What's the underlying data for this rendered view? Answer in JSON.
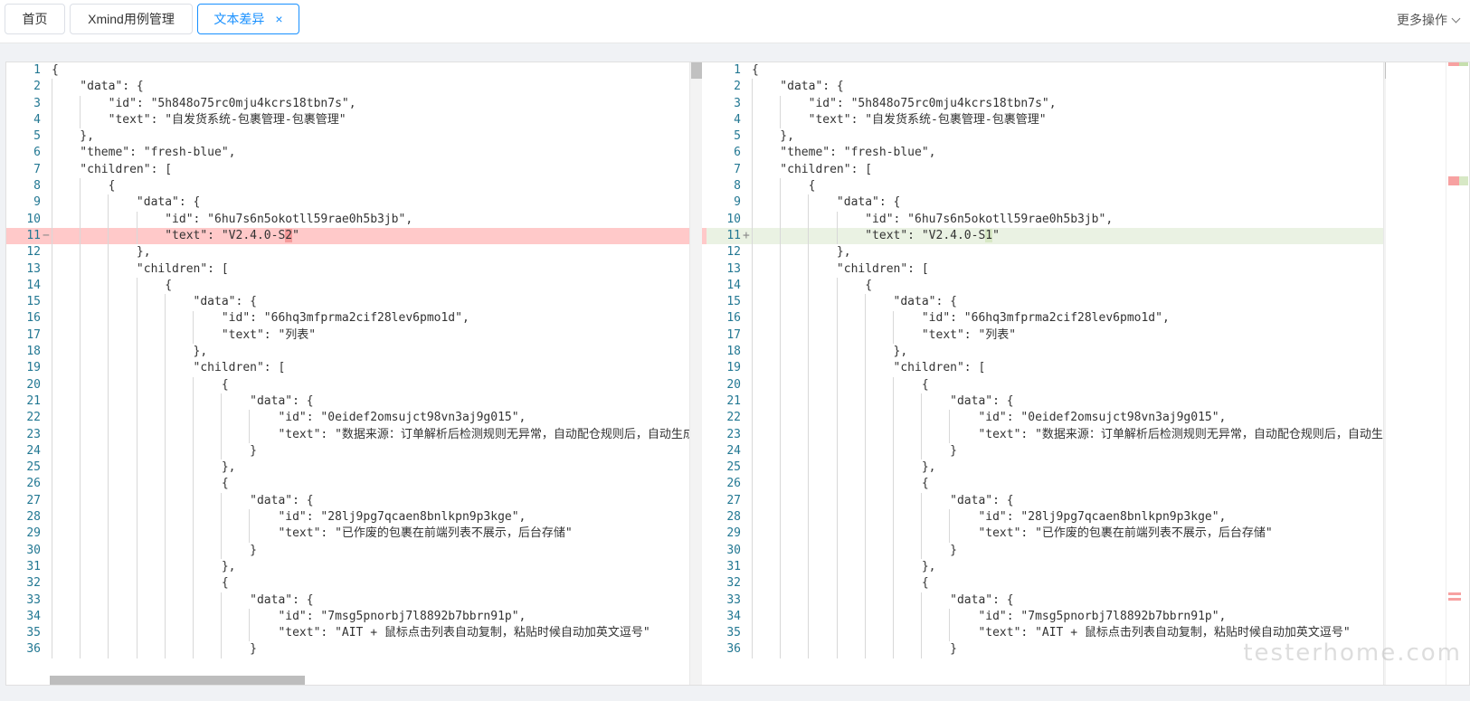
{
  "tabs": [
    {
      "label": "首页",
      "active": false
    },
    {
      "label": "Xmind用例管理",
      "active": false
    },
    {
      "label": "文本差异",
      "active": true,
      "close_label": "×"
    }
  ],
  "more_actions": {
    "label": "更多操作"
  },
  "watermark": "testerhome.com",
  "colors": {
    "accent": "#1890ff",
    "deleted_line": "#ffc9c9",
    "added_line": "#eaf2e3"
  },
  "left_pane": {
    "lines": [
      {
        "num": "1",
        "text": "{"
      },
      {
        "num": "2",
        "text": "    \"data\": {"
      },
      {
        "num": "3",
        "text": "        \"id\": \"5h848o75rc0mju4kcrs18tbn7s\","
      },
      {
        "num": "4",
        "text": "        \"text\": \"自发货系统-包裹管理-包裹管理\""
      },
      {
        "num": "5",
        "text": "    },"
      },
      {
        "num": "6",
        "text": "    \"theme\": \"fresh-blue\","
      },
      {
        "num": "7",
        "text": "    \"children\": ["
      },
      {
        "num": "8",
        "text": "        {"
      },
      {
        "num": "9",
        "text": "            \"data\": {"
      },
      {
        "num": "10",
        "text": "                \"id\": \"6hu7s6n5okotll59rae0h5b3jb\","
      },
      {
        "num": "11",
        "marker": "−",
        "pre": "                \"text\": \"V2.4.0-S",
        "hl": "2",
        "post": "\"",
        "change": "del"
      },
      {
        "num": "12",
        "text": "            },"
      },
      {
        "num": "13",
        "text": "            \"children\": ["
      },
      {
        "num": "14",
        "text": "                {"
      },
      {
        "num": "15",
        "text": "                    \"data\": {"
      },
      {
        "num": "16",
        "text": "                        \"id\": \"66hq3mfprma2cif28lev6pmo1d\","
      },
      {
        "num": "17",
        "text": "                        \"text\": \"列表\""
      },
      {
        "num": "18",
        "text": "                    },"
      },
      {
        "num": "19",
        "text": "                    \"children\": ["
      },
      {
        "num": "20",
        "text": "                        {"
      },
      {
        "num": "21",
        "text": "                            \"data\": {"
      },
      {
        "num": "22",
        "text": "                                \"id\": \"0eidef2omsujct98vn3aj9g015\","
      },
      {
        "num": "23",
        "text": "                                \"text\": \"数据来源：订单解析后检测规则无异常，自动配仓规则后，自动生成"
      },
      {
        "num": "24",
        "text": "                            }"
      },
      {
        "num": "25",
        "text": "                        },"
      },
      {
        "num": "26",
        "text": "                        {"
      },
      {
        "num": "27",
        "text": "                            \"data\": {"
      },
      {
        "num": "28",
        "text": "                                \"id\": \"28lj9pg7qcaen8bnlkpn9p3kge\","
      },
      {
        "num": "29",
        "text": "                                \"text\": \"已作废的包裹在前端列表不展示，后台存储\""
      },
      {
        "num": "30",
        "text": "                            }"
      },
      {
        "num": "31",
        "text": "                        },"
      },
      {
        "num": "32",
        "text": "                        {"
      },
      {
        "num": "33",
        "text": "                            \"data\": {"
      },
      {
        "num": "34",
        "text": "                                \"id\": \"7msg5pnorbj7l8892b7bbrn91p\","
      },
      {
        "num": "35",
        "text": "                                \"text\": \"AIT + 鼠标点击列表自动复制，粘贴时候自动加英文逗号\""
      },
      {
        "num": "36",
        "text": "                            }"
      }
    ]
  },
  "right_pane": {
    "lines": [
      {
        "num": "1",
        "text": "{"
      },
      {
        "num": "2",
        "text": "    \"data\": {"
      },
      {
        "num": "3",
        "text": "        \"id\": \"5h848o75rc0mju4kcrs18tbn7s\","
      },
      {
        "num": "4",
        "text": "        \"text\": \"自发货系统-包裹管理-包裹管理\""
      },
      {
        "num": "5",
        "text": "    },"
      },
      {
        "num": "6",
        "text": "    \"theme\": \"fresh-blue\","
      },
      {
        "num": "7",
        "text": "    \"children\": ["
      },
      {
        "num": "8",
        "text": "        {"
      },
      {
        "num": "9",
        "text": "            \"data\": {"
      },
      {
        "num": "10",
        "text": "                \"id\": \"6hu7s6n5okotll59rae0h5b3jb\","
      },
      {
        "num": "11",
        "marker": "+",
        "pre": "                \"text\": \"V2.4.0-S",
        "hl": "1",
        "post": "\"",
        "change": "add"
      },
      {
        "num": "12",
        "text": "            },"
      },
      {
        "num": "13",
        "text": "            \"children\": ["
      },
      {
        "num": "14",
        "text": "                {"
      },
      {
        "num": "15",
        "text": "                    \"data\": {"
      },
      {
        "num": "16",
        "text": "                        \"id\": \"66hq3mfprma2cif28lev6pmo1d\","
      },
      {
        "num": "17",
        "text": "                        \"text\": \"列表\""
      },
      {
        "num": "18",
        "text": "                    },"
      },
      {
        "num": "19",
        "text": "                    \"children\": ["
      },
      {
        "num": "20",
        "text": "                        {"
      },
      {
        "num": "21",
        "text": "                            \"data\": {"
      },
      {
        "num": "22",
        "text": "                                \"id\": \"0eidef2omsujct98vn3aj9g015\","
      },
      {
        "num": "23",
        "text": "                                \"text\": \"数据来源：订单解析后检测规则无异常，自动配仓规则后，自动生成"
      },
      {
        "num": "24",
        "text": "                            }"
      },
      {
        "num": "25",
        "text": "                        },"
      },
      {
        "num": "26",
        "text": "                        {"
      },
      {
        "num": "27",
        "text": "                            \"data\": {"
      },
      {
        "num": "28",
        "text": "                                \"id\": \"28lj9pg7qcaen8bnlkpn9p3kge\","
      },
      {
        "num": "29",
        "text": "                                \"text\": \"已作废的包裹在前端列表不展示，后台存储\""
      },
      {
        "num": "30",
        "text": "                            }"
      },
      {
        "num": "31",
        "text": "                        },"
      },
      {
        "num": "32",
        "text": "                        {"
      },
      {
        "num": "33",
        "text": "                            \"data\": {"
      },
      {
        "num": "34",
        "text": "                                \"id\": \"7msg5pnorbj7l8892b7bbrn91p\","
      },
      {
        "num": "35",
        "text": "                                \"text\": \"AIT + 鼠标点击列表自动复制，粘贴时候自动加英文逗号\""
      },
      {
        "num": "36",
        "text": "                            }"
      }
    ]
  }
}
